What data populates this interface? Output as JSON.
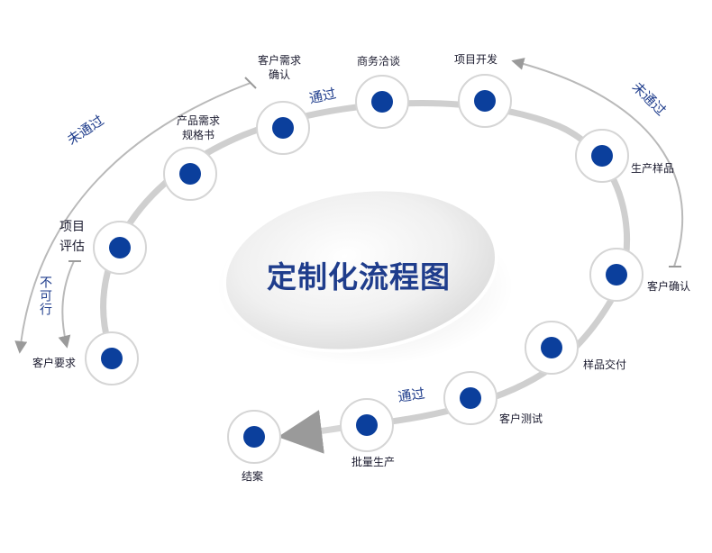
{
  "diagram": {
    "title": "定制化流程图",
    "colors": {
      "node_dot": "#0b3f9c",
      "ring": "#cfcfcf",
      "arrow": "#9a9a9a",
      "text_blue": "#1f3d8c"
    },
    "nodes": [
      {
        "id": "n1",
        "label": "客户要求"
      },
      {
        "id": "n2",
        "label": "项目\n评估"
      },
      {
        "id": "n3",
        "label": "产品需求\n规格书"
      },
      {
        "id": "n4",
        "label": "客户需求\n确认"
      },
      {
        "id": "n5",
        "label": "商务洽谈"
      },
      {
        "id": "n6",
        "label": "项目开发"
      },
      {
        "id": "n7",
        "label": "生产样品"
      },
      {
        "id": "n8",
        "label": "客户确认"
      },
      {
        "id": "n9",
        "label": "样品交付"
      },
      {
        "id": "n10",
        "label": "客户测试"
      },
      {
        "id": "n11",
        "label": "批量生产"
      },
      {
        "id": "n12",
        "label": "结案"
      }
    ],
    "flow_labels": {
      "fail_left": "未通过",
      "not_feasible": "不可行",
      "pass_top": "通过",
      "fail_right": "未通过",
      "pass_bottom": "通过"
    }
  }
}
